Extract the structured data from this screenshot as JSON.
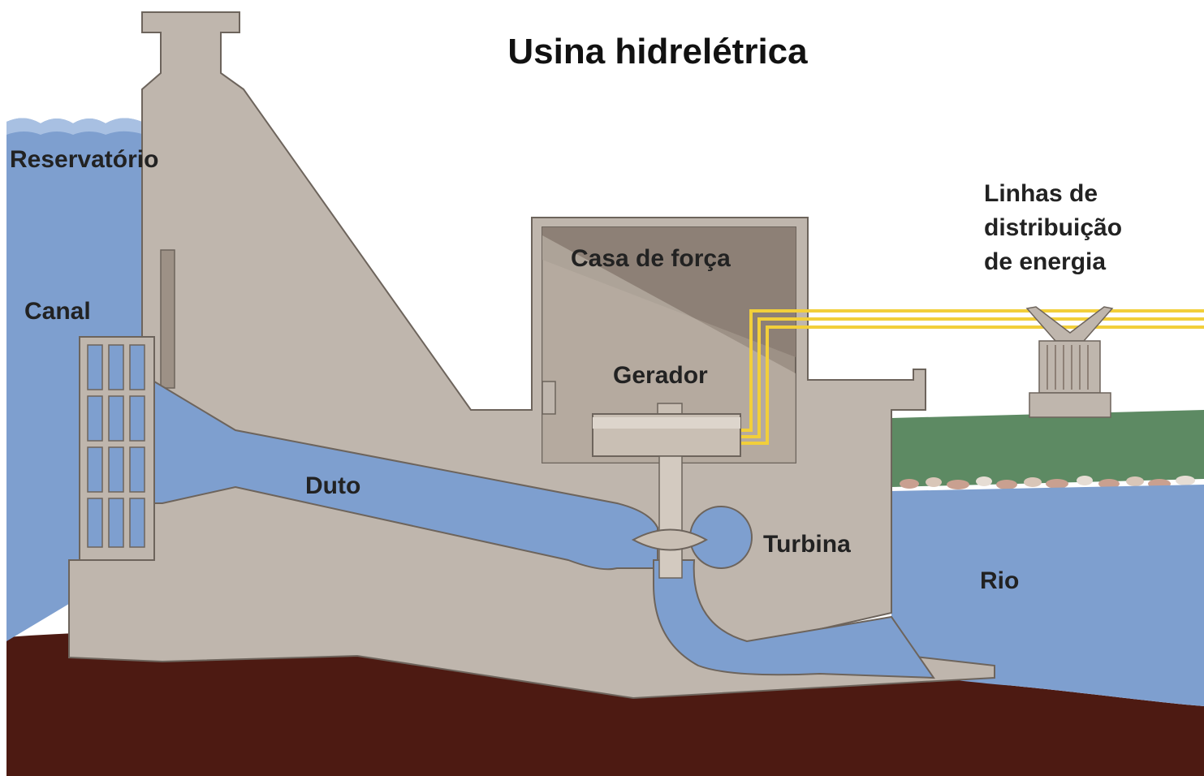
{
  "title": "Usina hidrelétrica",
  "labels": {
    "reservoir": "Reservatório",
    "canal": "Canal",
    "duct": "Duto",
    "powerhouse": "Casa de força",
    "generator": "Gerador",
    "turbine": "Turbina",
    "distribution_line1": "Linhas de",
    "distribution_line2": "distribuição",
    "distribution_line3": "de energia",
    "river": "Rio"
  },
  "colors": {
    "water": "#7e9fcf",
    "water_light": "#a8c0e2",
    "concrete": "#bfb6ad",
    "concrete_edge": "#6d645c",
    "powerhouse_dark": "#9d9186",
    "ground": "#4d1a12",
    "grass": "#5d8a63",
    "power_lines": "#f2cf3a",
    "generator": "#c9bfb4"
  }
}
